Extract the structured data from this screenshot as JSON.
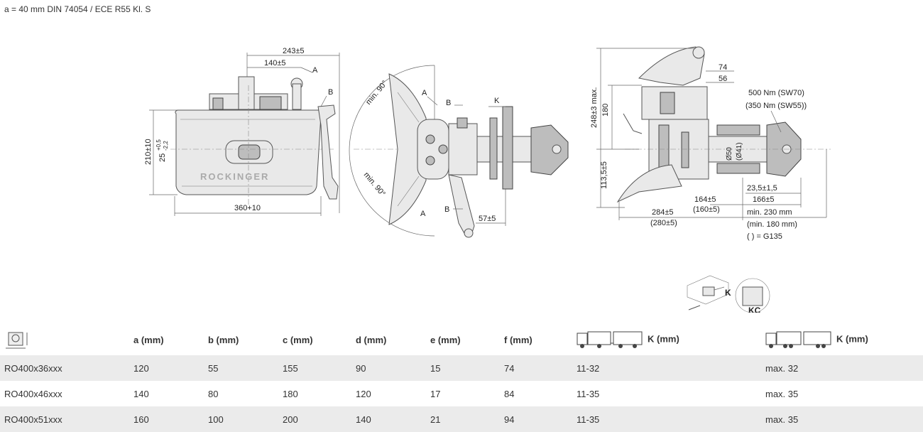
{
  "header": {
    "subtitle": "a = 40 mm DIN 74054 / ECE R55 Kl. S"
  },
  "drawing": {
    "brand": "ROCKINGER",
    "dimensions": {
      "d243": "243±5",
      "d140": "140±5",
      "labelA": "A",
      "labelB": "B",
      "labelK": "K",
      "d210": "210±10",
      "d25": "25",
      "d25tol": "+0,5",
      "d25tol2": "-2,2",
      "d360": "360+10",
      "min90a": "min. 90°",
      "min90b": "min. 90°",
      "d57": "57±5",
      "d248": "248±3 max.",
      "d180": "180",
      "d113": "113,5±5",
      "d74": "74",
      "d56": "56",
      "torque1": "500 Nm (SW70)",
      "torque2": "(350 Nm (SW55))",
      "dia50": "Ø50",
      "dia41": "(Ø41)",
      "d23": "23,5±1,5",
      "d166": "166±5",
      "d164": "164±5",
      "d164b": "(160±5)",
      "d284": "284±5",
      "d284b": "(280±5)",
      "minfree1": "min. 230 mm",
      "minfree2": "(min. 180 mm)",
      "g135": "( ) = G135",
      "kc1": "K",
      "kc2": "KC"
    }
  },
  "table": {
    "columns": [
      "a (mm)",
      "b (mm)",
      "c (mm)",
      "d (mm)",
      "e (mm)",
      "f (mm)",
      "K (mm)",
      "K (mm)"
    ],
    "rows": [
      [
        "RO400x36xxx",
        "120",
        "55",
        "155",
        "90",
        "15",
        "74",
        "11-32",
        "max. 32"
      ],
      [
        "RO400x46xxx",
        "140",
        "80",
        "180",
        "120",
        "17",
        "84",
        "11-35",
        "max. 35"
      ],
      [
        "RO400x51xxx",
        "160",
        "100",
        "200",
        "140",
        "21",
        "94",
        "11-35",
        "max. 35"
      ]
    ]
  }
}
